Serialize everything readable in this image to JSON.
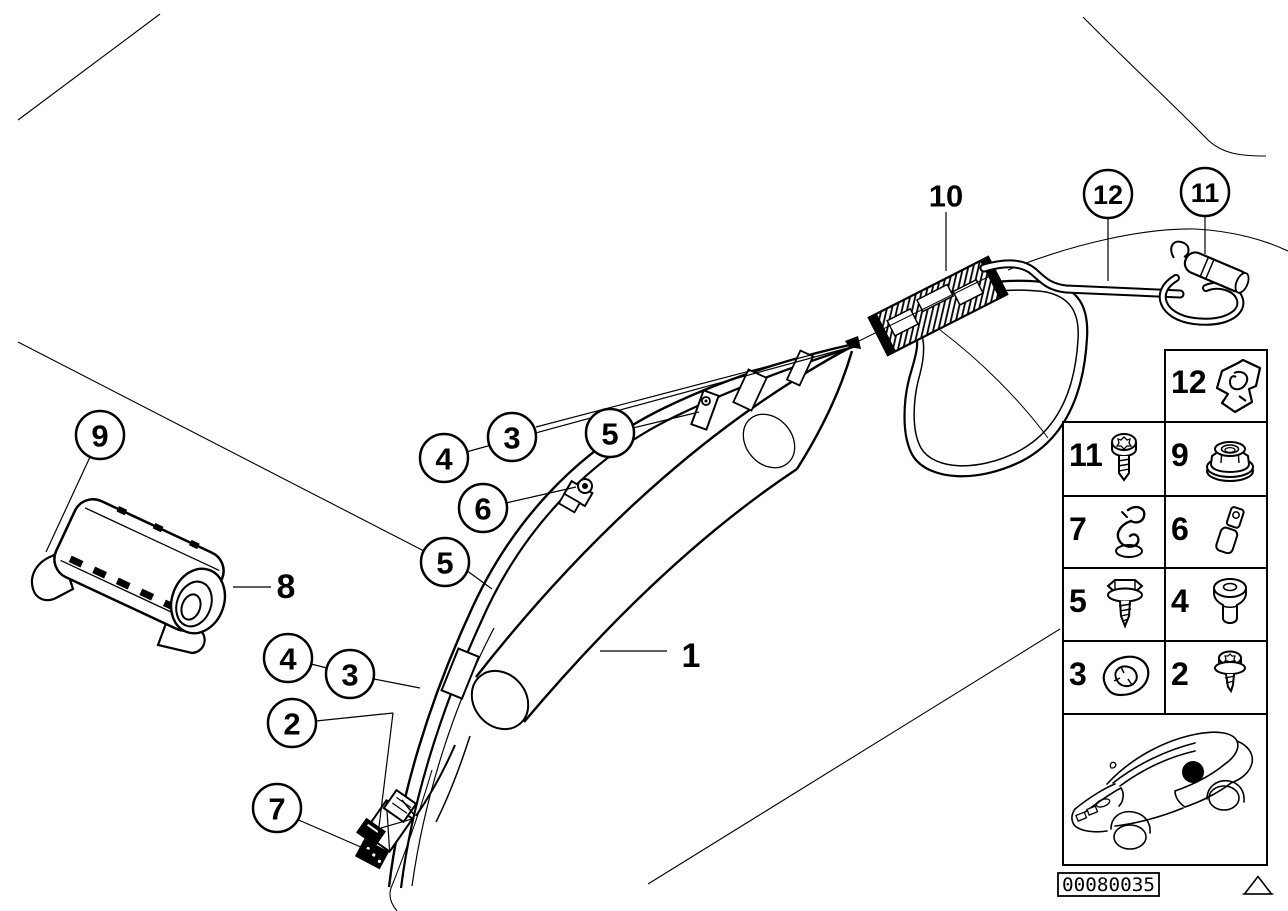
{
  "diagram": {
    "circled_callouts": [
      {
        "label": "9"
      },
      {
        "label": "4"
      },
      {
        "label": "3"
      },
      {
        "label": "5"
      },
      {
        "label": "6"
      },
      {
        "label": "5"
      },
      {
        "label": "4"
      },
      {
        "label": "3"
      },
      {
        "label": "2"
      },
      {
        "label": "7"
      },
      {
        "label": "12"
      },
      {
        "label": "11"
      }
    ],
    "plain_labels": [
      {
        "label": "10"
      },
      {
        "label": "8"
      },
      {
        "label": "1"
      }
    ]
  },
  "legend": {
    "cells": [
      {
        "number": "12",
        "icon": "spring-clip-icon"
      },
      {
        "number": "11",
        "icon": "torx-screw-icon"
      },
      {
        "number": "9",
        "icon": "flange-nut-icon"
      },
      {
        "number": "7",
        "icon": "hook-clip-icon"
      },
      {
        "number": "6",
        "icon": "terminal-icon"
      },
      {
        "number": "5",
        "icon": "hex-screw-icon"
      },
      {
        "number": "4",
        "icon": "countersunk-plug-icon"
      },
      {
        "number": "3",
        "icon": "retainer-washer-icon"
      },
      {
        "number": "2",
        "icon": "washer-screw-icon"
      }
    ],
    "car_inset": {
      "icon": "car-location-icon",
      "marker_color": "#000000"
    }
  },
  "footer": {
    "part_number": "00080035",
    "warning_icon": "warning-triangle-icon"
  },
  "colors": {
    "ink": "#000000",
    "background": "#ffffff"
  }
}
